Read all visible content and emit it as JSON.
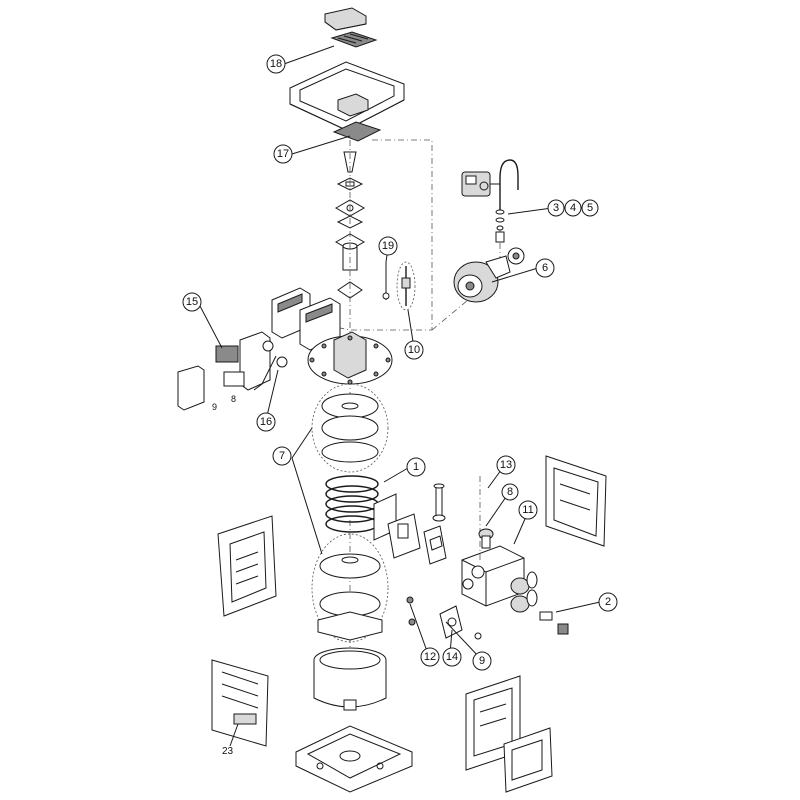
{
  "callouts": {
    "c1": "1",
    "c2": "2",
    "c3": "3",
    "c4": "4",
    "c5": "5",
    "c6": "6",
    "c7": "7",
    "c8": "8",
    "c9": "9",
    "c10": "10",
    "c11": "11",
    "c12": "12",
    "c13": "13",
    "c14": "14",
    "c15": "15",
    "c16": "16",
    "c17": "17",
    "c18": "18",
    "c19": "19",
    "c23": "23"
  },
  "small_labels": {
    "s9": "9",
    "s8": "8"
  }
}
